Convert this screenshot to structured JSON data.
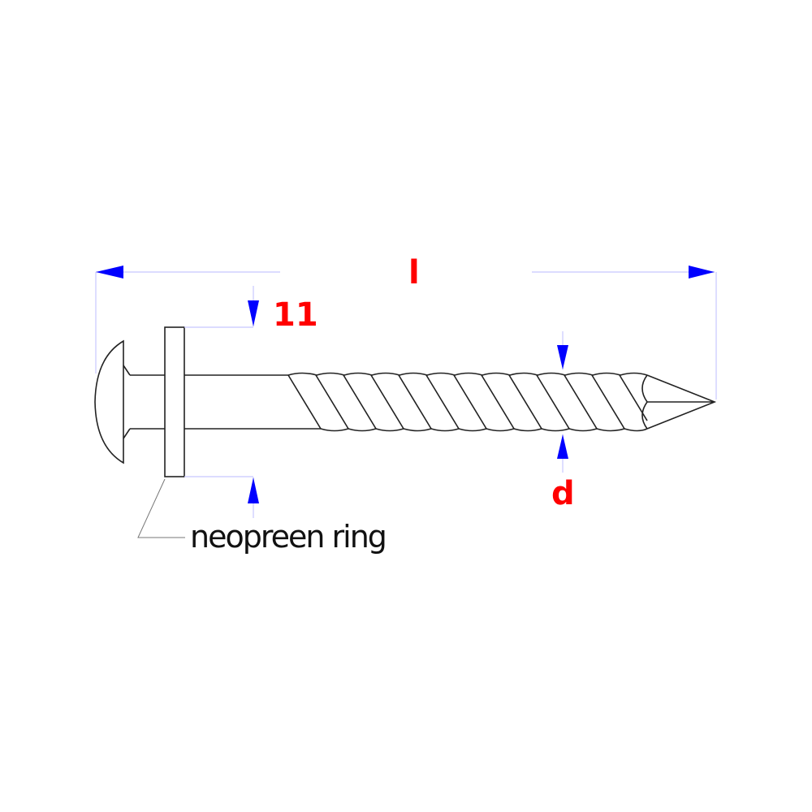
{
  "labels": {
    "length": "l",
    "ring_thickness": "11",
    "diameter": "d",
    "ring_caption": "neopreen ring"
  },
  "colors": {
    "dimension_arrow": "#0000ff",
    "dimension_line": "#c8c8ff",
    "label": "#ff0000",
    "outline": "#222222"
  }
}
